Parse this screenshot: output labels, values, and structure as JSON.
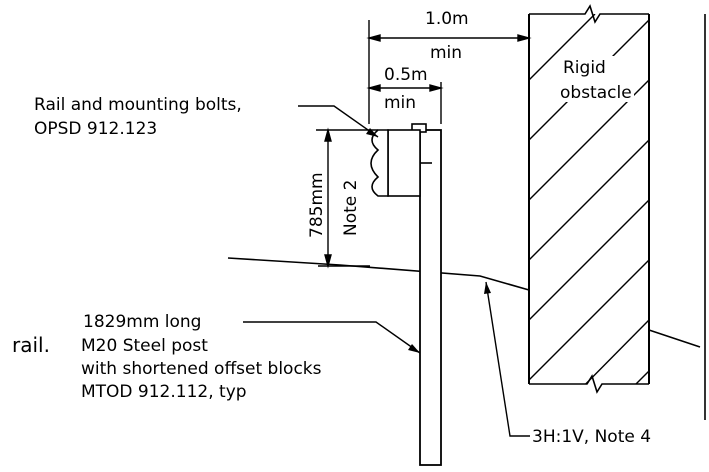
{
  "dimensions": {
    "offset_1": {
      "top": "1.0m",
      "bottom": "min"
    },
    "offset_2": {
      "top": "0.5m",
      "bottom": "min"
    },
    "height": {
      "value": "785mm",
      "note": "Note 2"
    }
  },
  "obstacle": {
    "line1": "Rigid",
    "line2": "obstacle"
  },
  "callouts": {
    "rail": {
      "line1": "Rail and mounting bolts,",
      "line2": "OPSD 912.123"
    },
    "post": {
      "line1": "1829mm long",
      "line2": "M20 Steel post",
      "line3": "with shortened offset blocks",
      "line4": "MTOD 912.112, typ"
    },
    "slope": "3H:1V, Note 4"
  },
  "side_text": "rail."
}
